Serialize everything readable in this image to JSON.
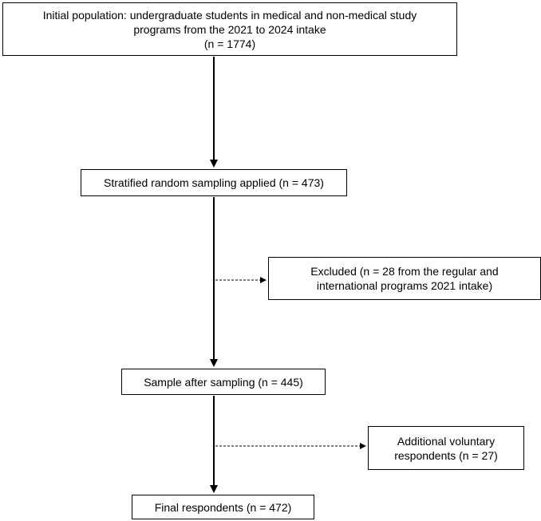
{
  "flowchart": {
    "initial": {
      "line1": "Initial population: undergraduate students in medical and non-medical study",
      "line2": "programs from the 2021 to 2024 intake",
      "line3": "(n = 1774)"
    },
    "stratified": {
      "line1": "Stratified random sampling applied (n = 473)"
    },
    "excluded": {
      "line1": "Excluded (n = 28 from the regular and",
      "line2": "international programs 2021 intake)"
    },
    "sample": {
      "line1": "Sample after sampling (n = 445)"
    },
    "additional": {
      "line1": "Additional voluntary",
      "line2": "respondents (n = 27)"
    },
    "final": {
      "line1": "Final respondents (n = 472)"
    }
  }
}
